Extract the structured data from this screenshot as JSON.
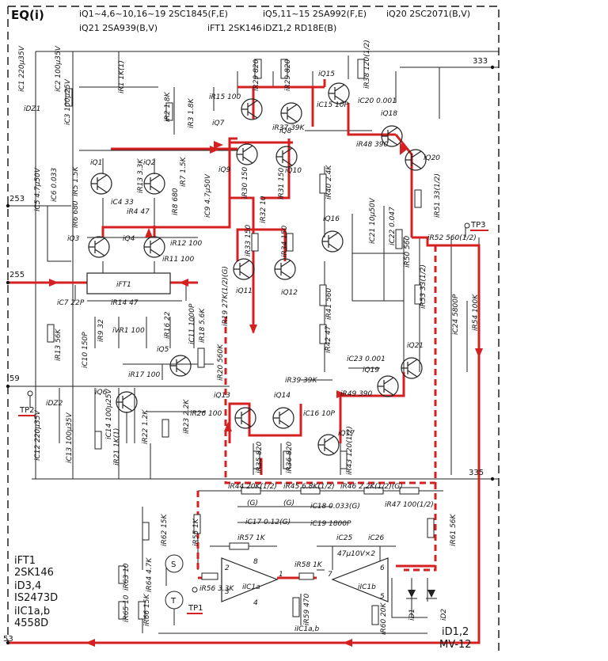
{
  "title": "EQ(i)",
  "header": {
    "line1a": "iQ1~4,6~10,16~19 2SC1845(F,E)",
    "line1b": "iQ5,11~15 2SA992(F,E)",
    "line1c": "iQ20 2SC2071(B,V)",
    "line2a": "iQ21 2SA939(B,V)",
    "line2b": "iFT1 2SK146",
    "line2c": "iDZ1,2 RD18E(B)"
  },
  "nodes": {
    "n333": "333",
    "n253": "253",
    "n255": "255",
    "n59": "59",
    "n335": "335",
    "n53": "53"
  },
  "testpoints": {
    "tp1": "TP1",
    "tp2": "TP2",
    "tp3": "TP3"
  },
  "transistors": [
    "iQ1",
    "iQ2",
    "iQ3",
    "iQ4",
    "iQ5",
    "iQ6",
    "iQ7",
    "iQ8",
    "iQ9",
    "iQ10",
    "iQ11",
    "iQ12",
    "iQ13",
    "iQ14",
    "iQ15",
    "iQ16",
    "iQ17",
    "iQ18",
    "iQ19",
    "iQ20",
    "iQ21"
  ],
  "fet": "iFT1",
  "components": {
    "ic1": "iC1 220μ35V",
    "ic2": "iC2 100μ35V",
    "ir1": "iR1 1K(1)",
    "idz1": "iDZ1",
    "ic3": "iC3 100μ25V",
    "ir2": "iR2 1.8K",
    "ir3": "iR3 1.8K",
    "ic5": "iC5 4.7μ50V",
    "ic6": "iC6 0.033",
    "ir5": "iR5 1.5K",
    "ir6": "iR6 680",
    "ir13": "iR13 3.3K",
    "ic4": "iC4 33",
    "ir4": "iR4 47",
    "ir7": "iR7 1.5K",
    "ir8": "iR8 680",
    "ic9": "iC9 4.7μ50V",
    "ir15": "iR15 100",
    "ir29": "iR29 820",
    "ir29b": "iR29 820",
    "ir38": "iR38 120(1/2)",
    "ic15": "iC15 10P",
    "ic20": "iC20 0.001",
    "ir37": "iR37 39K",
    "ir48": "iR48 390",
    "ir30": "iR30 150",
    "ir31": "iR31 150",
    "ir40": "iR40 2.4K",
    "ir32": "iR32 10",
    "ir33": "iR33 150",
    "ir34": "iR34 150",
    "ic21": "iC21 10μ50V",
    "ic22": "iC22 0.047",
    "ir50": "iR50 560",
    "ir51": "iR51 33(1/2)",
    "ir52": "iR52 560(1/2)",
    "ir53": "iR53 33(1/2)",
    "ic24": "iC24 5800P",
    "ir54": "iR54 100K",
    "ir12": "iR12 100",
    "ir11": "iR11 100",
    "ic7": "iC7 22P",
    "ir14": "iR14 47",
    "ir9": "iR9 32",
    "ivr1": "iVR1 100",
    "ir16": "iR16 22",
    "ic11": "iC11 1000P",
    "ir18": "iR18 5.6K",
    "ir19": "iR19 27K(1/2)(G)",
    "ir41": "iR41 560",
    "ir13b": "iR13 56K",
    "ic10": "iC10 150P",
    "ir17": "iR17 100",
    "ir20": "iR20 560K",
    "ir42": "iR42 47",
    "ic23": "iC23 0.001",
    "ir39": "iR39 39K",
    "ir49": "iR49 390",
    "idz2": "iDZ2",
    "ic14": "iC14 100μ25V",
    "ir22": "iR22 1.2K",
    "ir23": "iR23 2.2K",
    "ir26": "iR26 100",
    "ic16": "iC16 10P",
    "ic12": "iC12 220μ35V",
    "ic13": "iC13 100μ35V",
    "ir21": "iR21 1K(1)",
    "ir35": "iR35 820",
    "ir36": "iR36 820",
    "ir43": "iR43 120(1/2)",
    "ir44": "iR44 20K(1/2)",
    "ir45": "iR45 6.8K(1/2)",
    "ir46": "iR46 2.2K(1/2)(G)",
    "ir47": "iR47 100(1/2)",
    "ic18": "iC18 0.033(G)",
    "ic17": "iC17 0.12(G)",
    "ic19": "iC19 1800P",
    "g": "(G)",
    "ir55": "iR55 1K",
    "ir62": "iR62 15K",
    "ir57": "iR57 1K",
    "ir61": "iR61 56K",
    "ic25": "iC25",
    "ic26": "iC26",
    "ic2526": "47μ10V×2",
    "ir58": "iR58 1K",
    "ir63": "iR63 10",
    "ir64": "iR64 4.7K",
    "ir65": "iR65 10",
    "ir66": "iR66 15K",
    "ir56": "iR56 3.3K",
    "ir59": "iR59 470",
    "ir60": "iR60 20K",
    "ic1a": "iIC1a",
    "ic1b": "iIC1b",
    "ic1ab": "iIC1a,b",
    "id1": "iD1",
    "id2": "iD2",
    "s": "S",
    "t": "T"
  },
  "legend": {
    "l1": "iFT1",
    "l2": "2SK146",
    "l3": "iD3,4",
    "l4": "IS2473D",
    "l5": "iIC1a,b",
    "l6": "4558D",
    "d12": "iD1,2",
    "mv": "MV-12"
  },
  "pins": {
    "p1": "1",
    "p2": "2",
    "p3": "3",
    "p4": "4",
    "p5": "5",
    "p6": "6",
    "p7": "7",
    "p8": "8"
  },
  "colors": {
    "signal": "#d42020",
    "ink": "#222222",
    "paper": "#ffffff"
  }
}
